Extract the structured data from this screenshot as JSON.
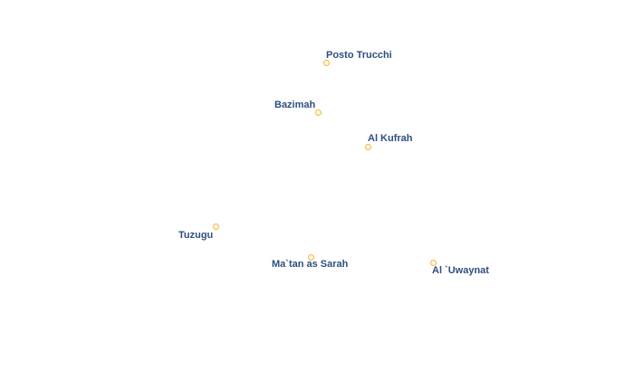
{
  "places": [
    {
      "id": "posto-trucchi",
      "name": "Posto Trucchi"
    },
    {
      "id": "bazimah",
      "name": "Bazimah"
    },
    {
      "id": "al-kufrah",
      "name": "Al Kufrah"
    },
    {
      "id": "tuzugu",
      "name": "Tuzugu"
    },
    {
      "id": "ma-tan-as-sarah",
      "name": "Ma`tan as Sarah"
    },
    {
      "id": "al-uwaynat",
      "name": "Al `Uwaynat"
    }
  ],
  "colors": {
    "label_text": "#2f4f80",
    "label_halo": "#ffffff",
    "marker_stroke": "#f2b740",
    "marker_fill": "#fff7e6",
    "background": "#ffffff"
  }
}
